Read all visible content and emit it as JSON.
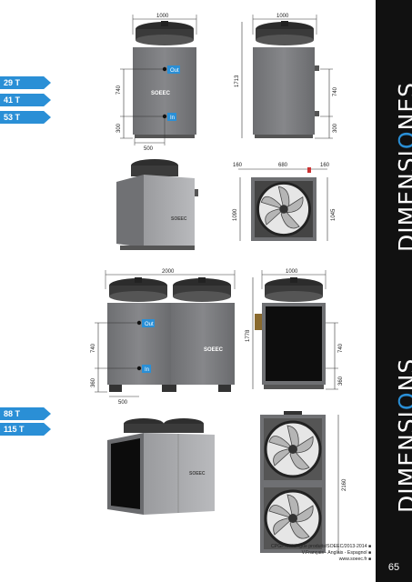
{
  "sidebar": {
    "title_top": {
      "pre": "DIMENSI",
      "accent": "O",
      "post": "NES"
    },
    "title_bottom": {
      "pre": "DIMENSI",
      "accent": "O",
      "post": "NS"
    },
    "page_number": "65",
    "accent_color": "#2a8fd6"
  },
  "models_a": [
    "29 T",
    "41 T",
    "53 T"
  ],
  "models_b": [
    "88 T",
    "115 T"
  ],
  "unit_a": {
    "front": {
      "width": "1000",
      "h_upper": "740",
      "h_lower": "300",
      "base": "500",
      "label_out": "Out",
      "label_in": "In"
    },
    "side": {
      "width": "1000",
      "total_height": "1713",
      "h_upper": "740",
      "h_lower": "300"
    },
    "top_view": {
      "w_left": "160",
      "w_mid": "680",
      "w_right": "160",
      "h_left": "1090",
      "h_right": "1045"
    }
  },
  "unit_b": {
    "front": {
      "width": "2000",
      "h_upper": "740",
      "h_lower": "360",
      "base": "500",
      "label_out": "Out",
      "label_in": "In"
    },
    "side": {
      "width": "1000",
      "total_height": "1778",
      "h_upper": "740",
      "h_lower": "360"
    },
    "top_view": {
      "height": "2160"
    }
  },
  "brand": "SOEEC",
  "footer": {
    "line1": "CPGP/Catalogue produits/SOEEC/2013-2014",
    "line2": "V.Français - Anglais - Espagnol",
    "line3": "www.soeec.fr"
  }
}
